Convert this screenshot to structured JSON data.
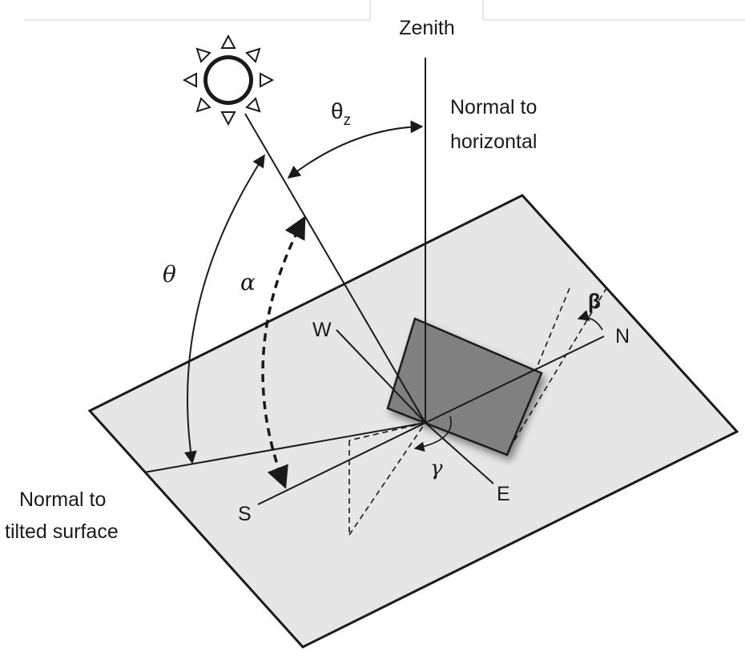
{
  "labels": {
    "zenith": "Zenith",
    "normal_horizontal_line1": "Normal to",
    "normal_horizontal_line2": "horizontal",
    "normal_tilted_line1": "Normal to",
    "normal_tilted_line2": "tilted surface",
    "theta_z_base": "θ",
    "theta_z_sub": "z",
    "theta": "θ",
    "alpha": "α",
    "beta": "β",
    "gamma": "γ",
    "west": "W",
    "north": "N",
    "south": "S",
    "east": "E"
  },
  "colors": {
    "ground_plane": "#e6e6e6",
    "tilted_panel": "#808080",
    "line": "#1a1a1a",
    "sun_fill": "#ffffff"
  },
  "icons": {
    "sun": "sun-icon"
  }
}
